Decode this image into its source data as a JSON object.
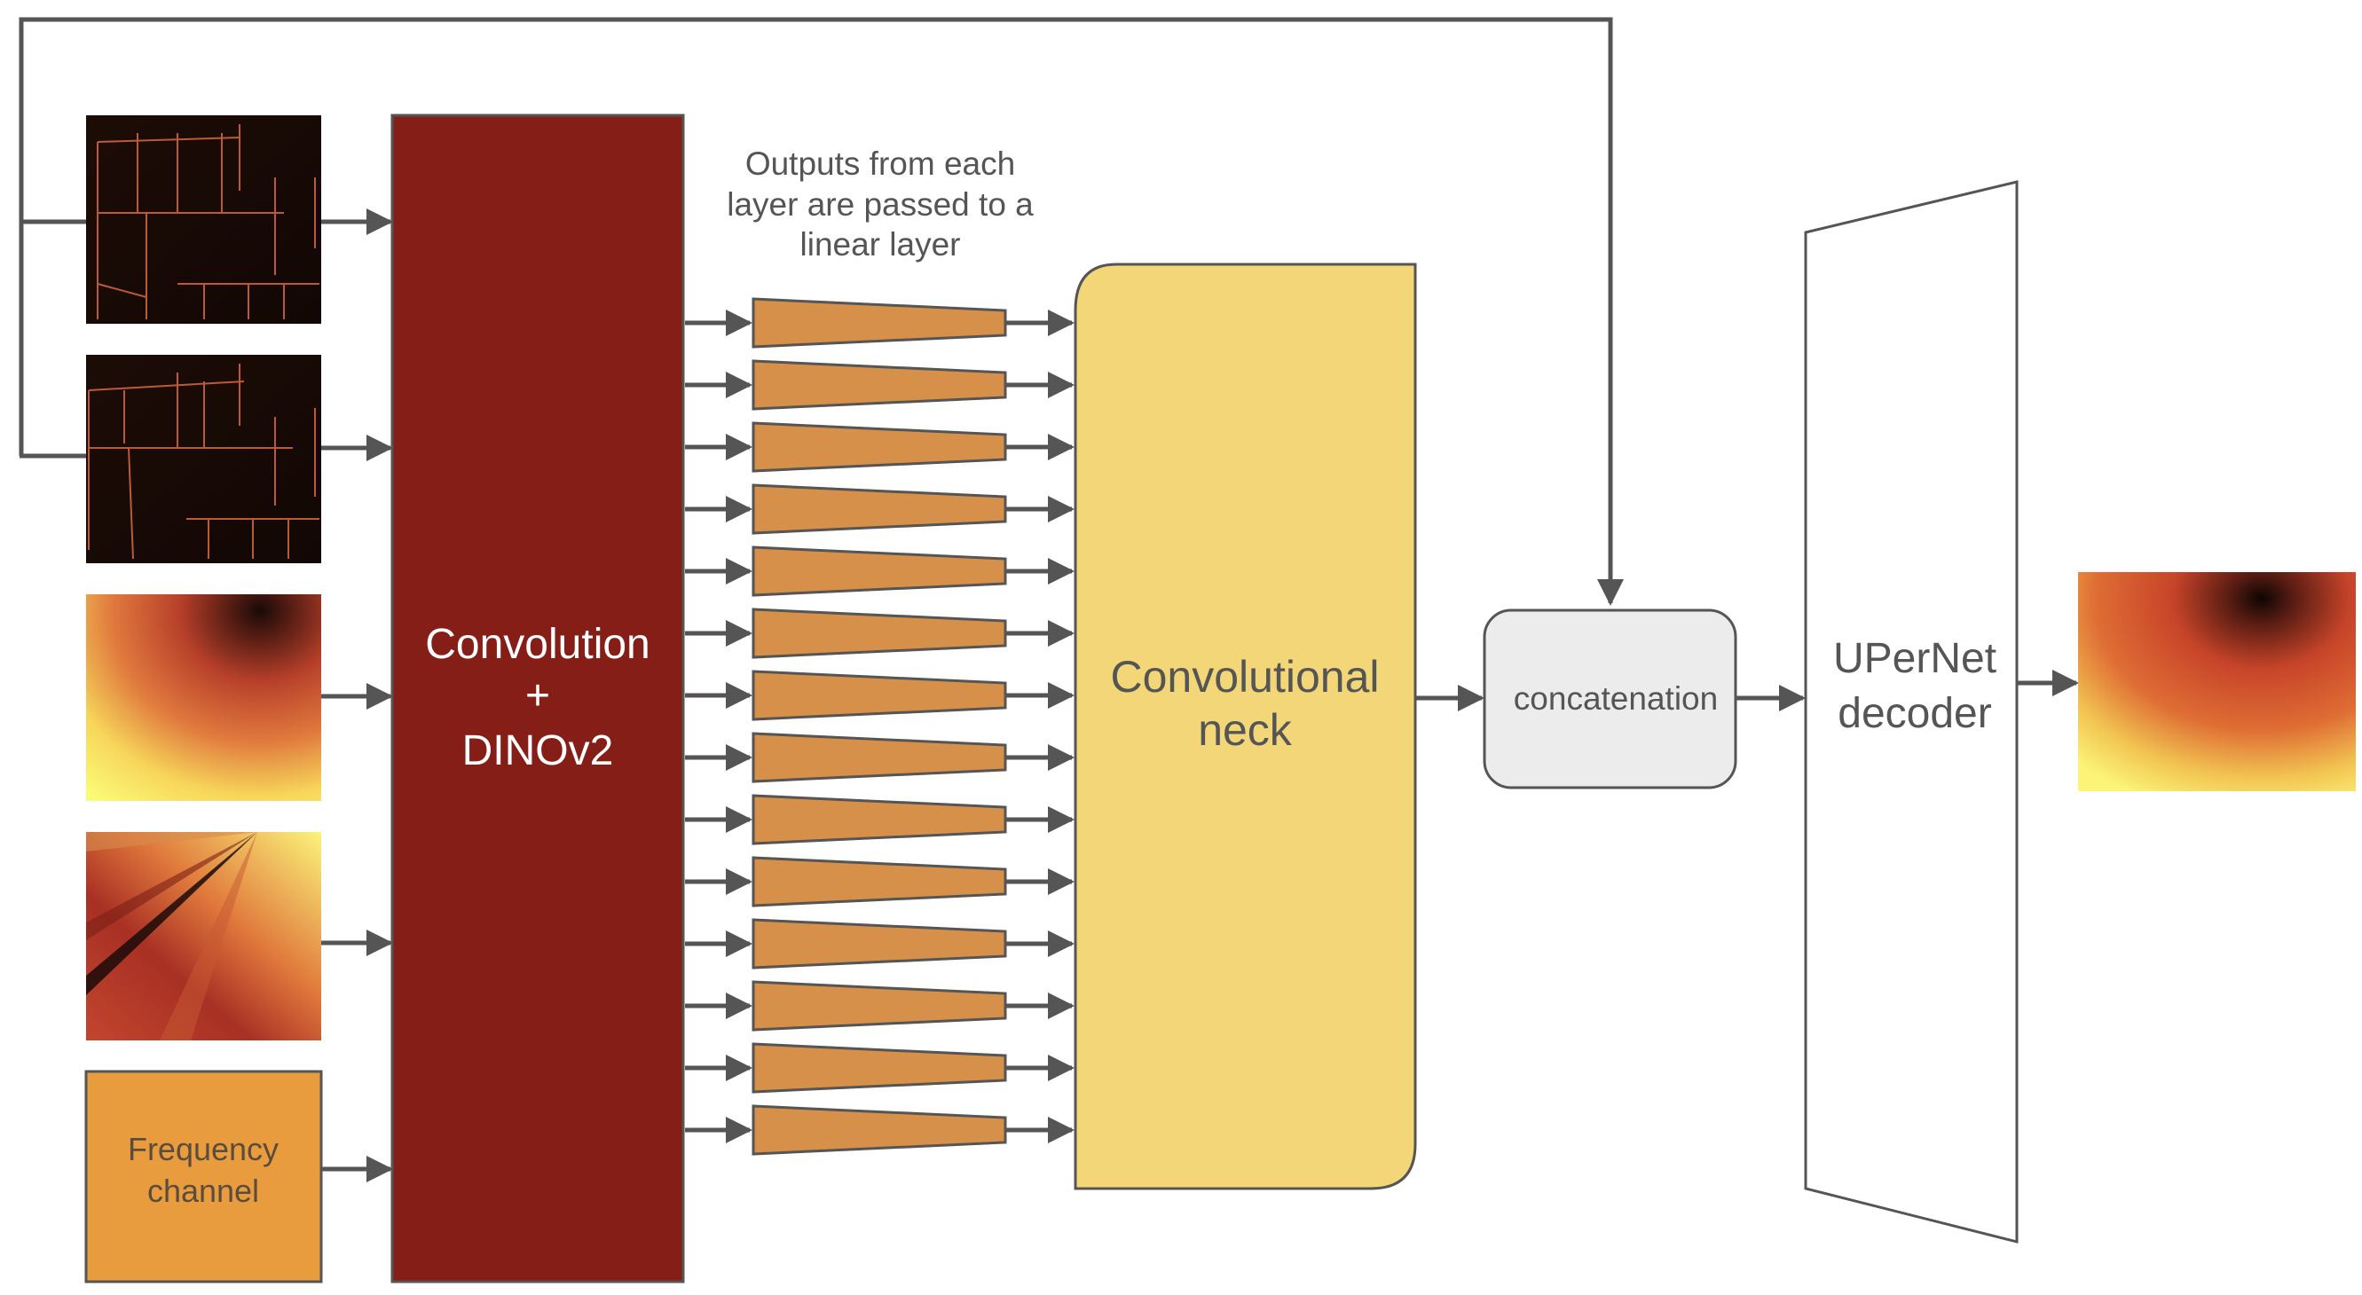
{
  "diagram": {
    "annotation": {
      "line1": "Outputs from each",
      "line2": "layer are passed to a",
      "line3": "linear layer"
    },
    "inputs": [
      {
        "kind": "heatmap-image",
        "icon": "edge-map-image"
      },
      {
        "kind": "heatmap-image",
        "icon": "edge-map-image"
      },
      {
        "kind": "heatmap-image",
        "icon": "radial-distance-image"
      },
      {
        "kind": "heatmap-image",
        "icon": "angle-map-image"
      },
      {
        "kind": "channel-box",
        "line1": "Frequency",
        "line2": "channel"
      }
    ],
    "encoder": {
      "line1": "Convolution",
      "line2": "+",
      "line3": "DINOv2"
    },
    "linear_layer_count": 14,
    "neck": {
      "line1": "Convolutional",
      "line2": "neck"
    },
    "concat": {
      "label": "concatenation"
    },
    "decoder": {
      "line1": "UPerNet",
      "line2": "decoder"
    },
    "output": {
      "icon": "output-heatmap-image"
    },
    "colors": {
      "encoder": "#841e17",
      "linear": "#d6904a",
      "neck": "#f2d677",
      "concat": "#ececec",
      "frequency": "#e89c3e",
      "arrow": "#555555",
      "border": "#555555"
    }
  }
}
